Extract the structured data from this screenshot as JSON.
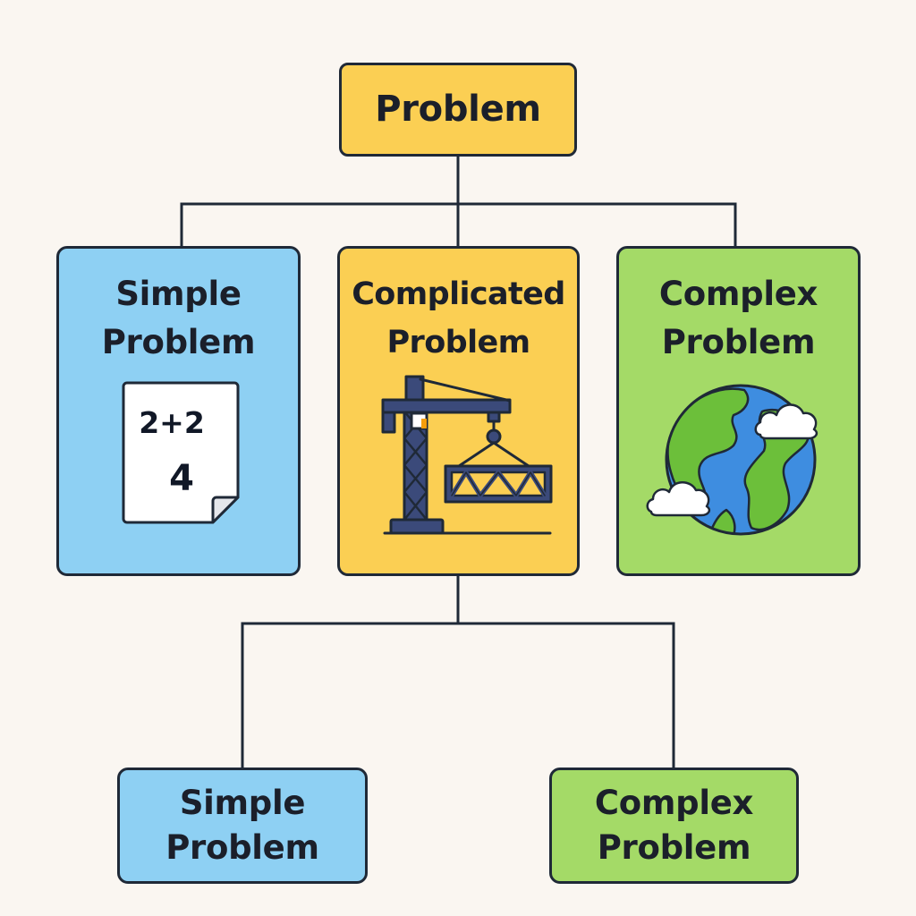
{
  "diagram": {
    "root": {
      "label": "Problem"
    },
    "children": [
      {
        "id": "simple",
        "line1": "Simple",
        "line2": "Problem",
        "icon": "worksheet-icon"
      },
      {
        "id": "complicated",
        "line1": "Complicated",
        "line2": "Problem",
        "icon": "crane-icon"
      },
      {
        "id": "complex",
        "line1": "Complex",
        "line2": "Problem",
        "icon": "globe-icon"
      }
    ],
    "subchildren": [
      {
        "id": "sub-simple",
        "line1": "Simple",
        "line2": "Problem"
      },
      {
        "id": "sub-complex",
        "line1": "Complex",
        "line2": "Problem"
      }
    ],
    "worksheet": {
      "equation": "2+2",
      "answer": "4"
    }
  },
  "colors": {
    "background": "#FAF6F1",
    "yellow": "#FBCF53",
    "blue": "#8ED0F3",
    "green": "#A4DA67",
    "outline": "#1F2937",
    "crane": "#3B4A7A",
    "globe_ocean": "#3E8DE0",
    "globe_land": "#6CBF3A"
  }
}
